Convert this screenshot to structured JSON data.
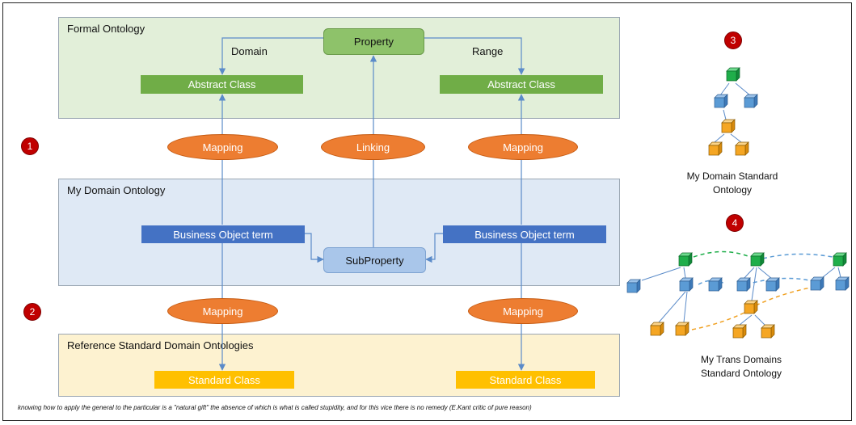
{
  "regions": {
    "formal": "Formal Ontology",
    "domain": "My Domain Ontology",
    "reference": "Reference Standard Domain Ontologies"
  },
  "nodes": {
    "property": "Property",
    "abstract_class_left": "Abstract Class",
    "abstract_class_right": "Abstract Class",
    "business_left": "Business Object term",
    "business_right": "Business Object term",
    "subproperty": "SubProperty",
    "standard_left": "Standard Class",
    "standard_right": "Standard Class"
  },
  "edge_labels": {
    "domain": "Domain",
    "range": "Range"
  },
  "ellipses": {
    "mapping_top_left": "Mapping",
    "linking": "Linking",
    "mapping_top_right": "Mapping",
    "mapping_bottom_left": "Mapping",
    "mapping_bottom_right": "Mapping"
  },
  "badges": [
    "1",
    "2",
    "3",
    "4"
  ],
  "captions": {
    "domain_standard_line1": "My Domain Standard",
    "domain_standard_line2": "Ontology",
    "trans_domains_line1": "My Trans Domains",
    "trans_domains_line2": "Standard Ontology"
  },
  "quote": "knowing how to apply the general to the particular is a \"natural gift\" the absence of which is what is called stupidity, and for this vice there is no remedy (E.Kant critic of pure reason)",
  "colors": {
    "formal_bg": "#e2efd9",
    "domain_bg": "#dfe9f5",
    "reference_bg": "#fdf2d0",
    "green": "#70ad47",
    "blue": "#4472c4",
    "gold": "#ffc000",
    "orange": "#ed7d31",
    "badge": "#c00000",
    "cube_blue": "#5b9bd5",
    "cube_orange": "#f5a623",
    "cube_green": "#1fae4a"
  }
}
